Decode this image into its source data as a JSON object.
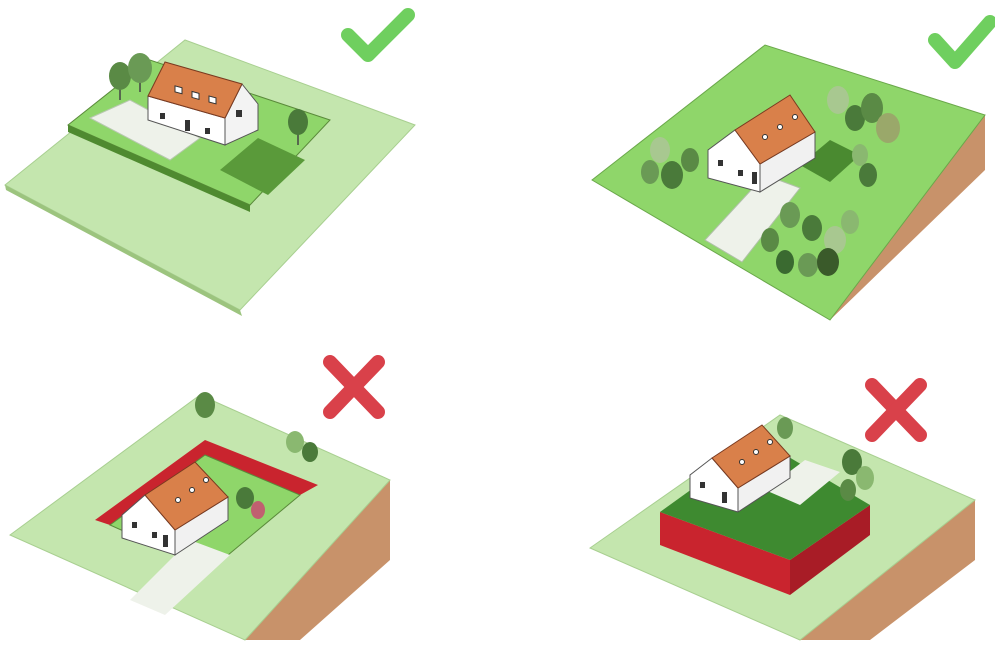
{
  "colors": {
    "good_mark": "#6fcf5f",
    "bad_mark": "#d9414a",
    "lawn": "#8fd66a",
    "lawn_light": "#c4e6ae",
    "plot_dark": "#5a9a3a",
    "roof": "#d9804a",
    "wall": "#ffffff",
    "earth": "#c8926a",
    "red_wall": "#c9242e",
    "tree_dark": "#4a7a3a",
    "tree_mid": "#6a9a55",
    "tree_light": "#a8c890"
  },
  "panels": [
    {
      "id": "top-left",
      "verdict": "good",
      "mark_icon": "check-icon",
      "scene": "house-on-flat-terrain"
    },
    {
      "id": "top-right",
      "verdict": "good",
      "mark_icon": "check-icon",
      "scene": "house-on-slope-following-terrain"
    },
    {
      "id": "bottom-left",
      "verdict": "bad",
      "mark_icon": "cross-icon",
      "scene": "house-dug-into-slope"
    },
    {
      "id": "bottom-right",
      "verdict": "bad",
      "mark_icon": "cross-icon",
      "scene": "house-on-raised-platform"
    }
  ]
}
